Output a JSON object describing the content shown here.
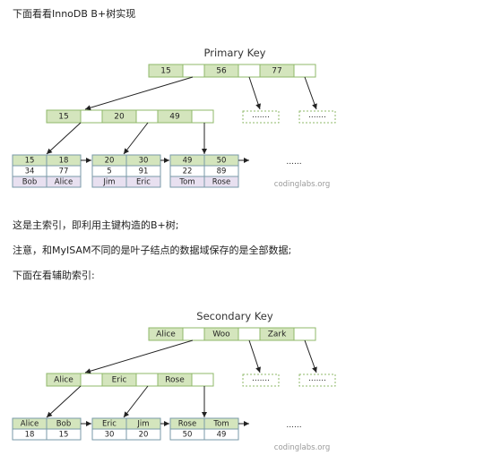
{
  "texts": {
    "intro": "下面看看InnoDB B+树实现",
    "primary_desc": "这是主索引，即利用主键构造的B+树;",
    "note": "注意，和MyISAM不同的是叶子结点的数据域保存的是全部数据;",
    "secondary_intro": "下面在看辅助索引:"
  },
  "colors": {
    "key_cell": "#d4e5bd",
    "node_border": "#8fb86a",
    "leaf_row_alt": "#e8e0f0",
    "leaf_border": "#7a9aa8",
    "line": "#222222"
  },
  "primary": {
    "title": "Primary Key",
    "watermark": "codinglabs.org",
    "ellipsis": "......",
    "root": [
      "15",
      "56",
      "77"
    ],
    "inner": [
      "15",
      "20",
      "49"
    ],
    "placeholder": ".......",
    "leaves": [
      {
        "keys": [
          "15",
          "18"
        ],
        "rows": [
          [
            "34",
            "77"
          ],
          [
            "Bob",
            "Alice"
          ]
        ]
      },
      {
        "keys": [
          "20",
          "30"
        ],
        "rows": [
          [
            "5",
            "91"
          ],
          [
            "Jim",
            "Eric"
          ]
        ]
      },
      {
        "keys": [
          "49",
          "50"
        ],
        "rows": [
          [
            "22",
            "89"
          ],
          [
            "Tom",
            "Rose"
          ]
        ]
      }
    ]
  },
  "secondary": {
    "title": "Secondary Key",
    "watermark": "codinglabs.org",
    "ellipsis": "......",
    "root": [
      "Alice",
      "Woo",
      "Zark"
    ],
    "inner": [
      "Alice",
      "Eric",
      "Rose"
    ],
    "placeholder": ".......",
    "leaves": [
      {
        "keys": [
          "Alice",
          "Bob"
        ],
        "rows": [
          [
            "18",
            "15"
          ]
        ]
      },
      {
        "keys": [
          "Eric",
          "Jim"
        ],
        "rows": [
          [
            "30",
            "20"
          ]
        ]
      },
      {
        "keys": [
          "Rose",
          "Tom"
        ],
        "rows": [
          [
            "50",
            "49"
          ]
        ]
      }
    ]
  }
}
